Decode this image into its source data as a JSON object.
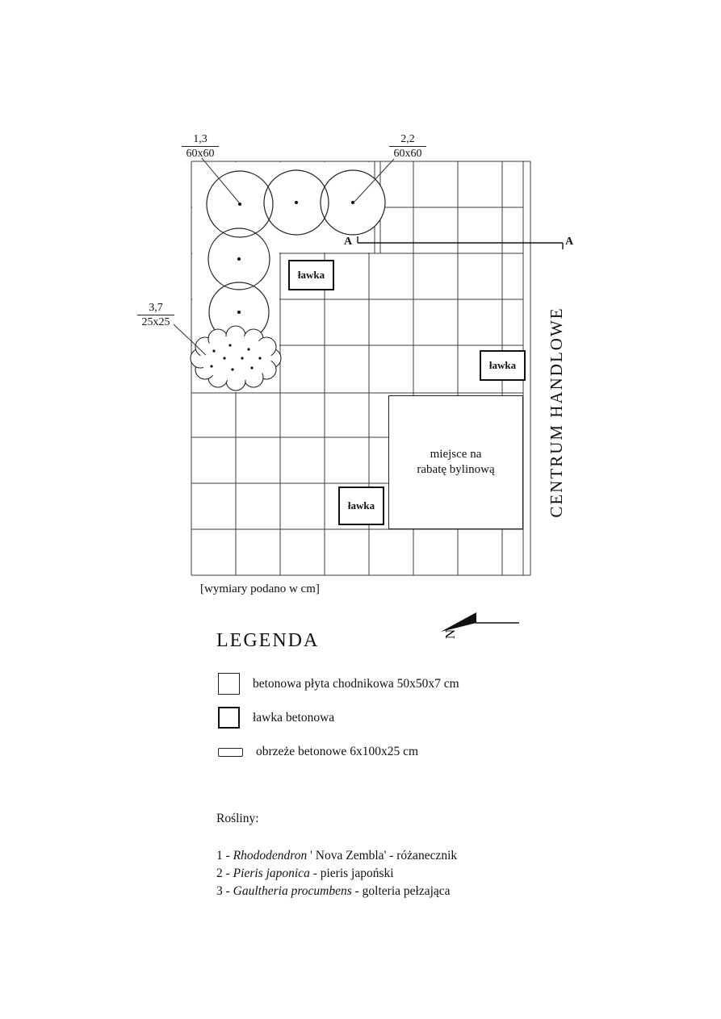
{
  "plan": {
    "dim_labels": [
      {
        "value": "1,3",
        "size": "60x60"
      },
      {
        "value": "2,2",
        "size": "60x60"
      },
      {
        "value": "3,7",
        "size": "25x25"
      }
    ],
    "bench_label": "ławka",
    "rabata": {
      "line1": "miejsce na",
      "line2": "rabatę bylinową"
    },
    "section_marker": "A",
    "building_label": "CENTRUM HANDLOWE",
    "north_label": "N",
    "dimension_note": "[wymiary podano w cm]"
  },
  "legend": {
    "title": "LEGENDA",
    "items": [
      {
        "icon": "slab-swatch",
        "label": "betonowa płyta chodnikowa 50x50x7 cm"
      },
      {
        "icon": "bench-swatch",
        "label": "ławka betonowa"
      },
      {
        "icon": "edge-swatch",
        "label": "obrzeże betonowe 6x100x25 cm"
      }
    ],
    "plants_title": "Rośliny:",
    "plants": [
      {
        "prefix": "1 - ",
        "latin": "Rhododendron",
        "rest": " ' Nova Zembla' - różanecznik"
      },
      {
        "prefix": "2 - ",
        "latin": "Pieris japonica",
        "rest": " - pieris japoński"
      },
      {
        "prefix": "3 - ",
        "latin": "Gaultheria procumbens",
        "rest": " - golteria pełzająca"
      }
    ]
  }
}
